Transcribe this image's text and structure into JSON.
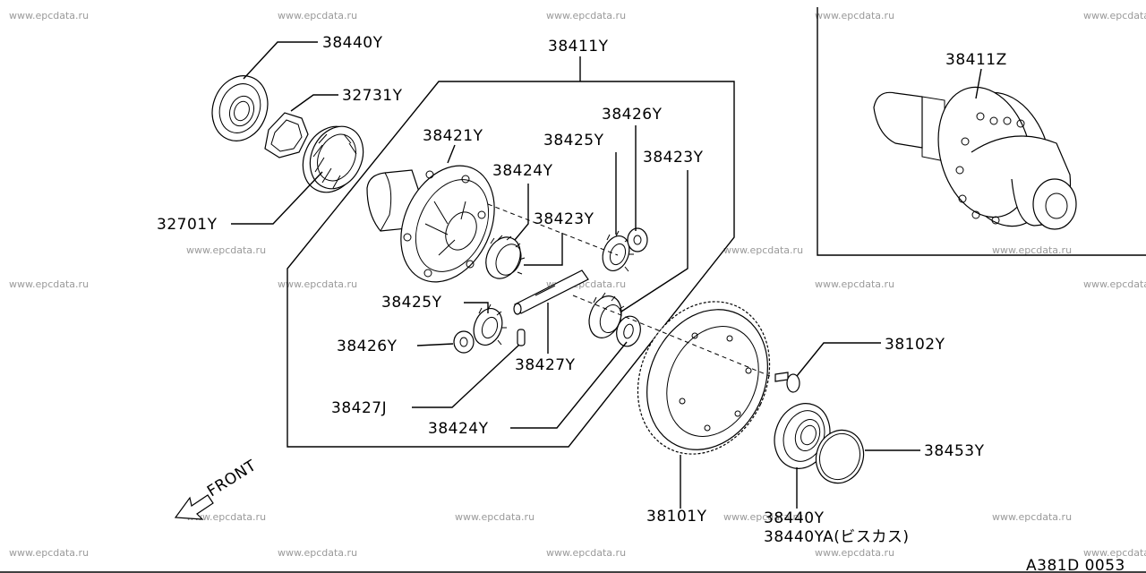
{
  "watermark": "www.epcdata.ru",
  "labels": {
    "p38440Y_top": "38440Y",
    "p32731Y": "32731Y",
    "p32701Y": "32701Y",
    "p38411Y": "38411Y",
    "p38421Y": "38421Y",
    "p38424Y_top": "38424Y",
    "p38426Y_top": "38426Y",
    "p38425Y_top": "38425Y",
    "p38423Y_right": "38423Y",
    "p38423Y_mid": "38423Y",
    "p38425Y_left": "38425Y",
    "p38426Y_left": "38426Y",
    "p38427Y": "38427Y",
    "p38427J": "38427J",
    "p38424Y_bottom": "38424Y",
    "p38102Y": "38102Y",
    "p38453Y": "38453Y",
    "p38101Y": "38101Y",
    "p38440Y_bottom": "38440Y",
    "p38440YA": "38440YA(ビスカス)",
    "p38411Z": "38411Z",
    "front": "FRONT",
    "code": "A381D 0053"
  }
}
